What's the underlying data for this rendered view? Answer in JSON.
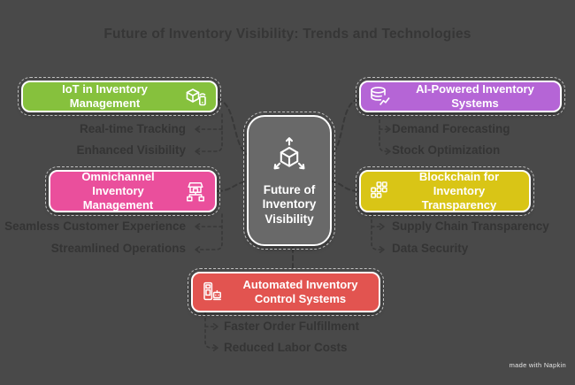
{
  "title": "Future of Inventory Visibility: Trends and Technologies",
  "center": {
    "label": "Future of Inventory Visibility",
    "icon": "cube-3d-arrows-icon"
  },
  "branches": [
    {
      "id": "iot",
      "label": "IoT in Inventory Management",
      "color": "#86c13d",
      "icon": "package-signal-icon",
      "subtopics": [
        "Real-time Tracking",
        "Enhanced Visibility"
      ]
    },
    {
      "id": "ai",
      "label": "AI-Powered Inventory Systems",
      "color": "#b565d6",
      "icon": "database-analytics-icon",
      "subtopics": [
        "Demand Forecasting",
        "Stock Optimization"
      ]
    },
    {
      "id": "omnichannel",
      "label": "Omnichannel Inventory Management",
      "color": "#ea4f9c",
      "icon": "store-network-icon",
      "subtopics": [
        "Seamless Customer Experience",
        "Streamlined Operations"
      ]
    },
    {
      "id": "blockchain",
      "label": "Blockchain for Inventory Transparency",
      "color": "#d9c516",
      "icon": "blocks-grid-icon",
      "subtopics": [
        "Supply Chain Transparency",
        "Data Security"
      ]
    },
    {
      "id": "automation",
      "label": "Automated Inventory Control Systems",
      "color": "#e25450",
      "icon": "robot-machine-icon",
      "subtopics": [
        "Faster Order Fulfillment",
        "Reduced Labor Costs"
      ]
    }
  ],
  "colors": {
    "background": "#494949",
    "center_node": "#696969",
    "title_text": "#363636",
    "subtopic_text": "#343434",
    "connector": "#383838",
    "node_border": "#ffffff"
  },
  "watermark": "made with Napkin"
}
